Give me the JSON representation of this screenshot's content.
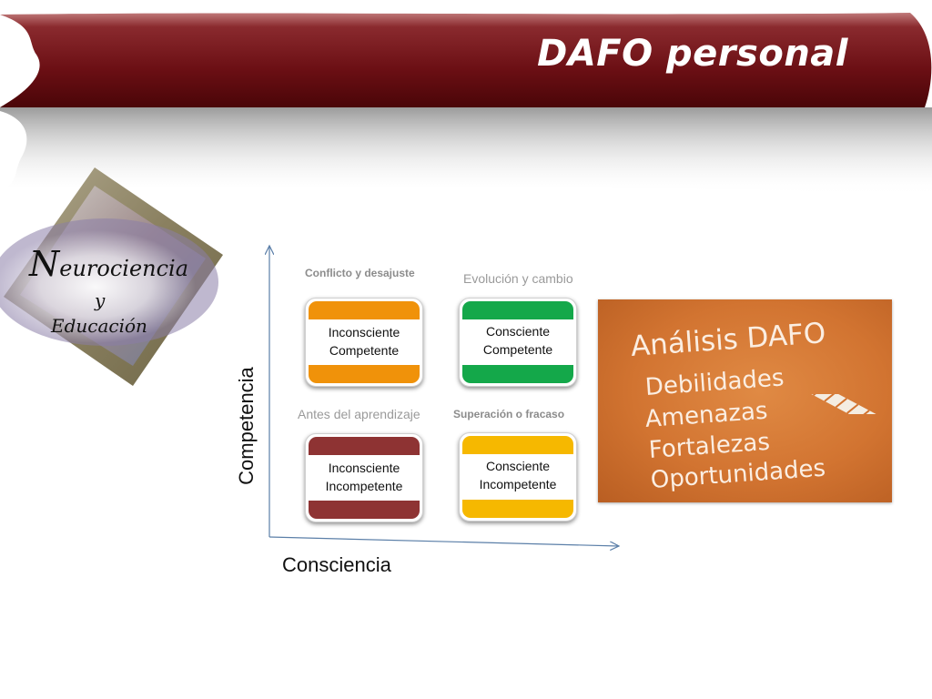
{
  "slide": {
    "title": "DAFO personal"
  },
  "logo": {
    "line1_initial": "N",
    "line1_rest": "eurociencia",
    "line2": "y",
    "line3": "Educación"
  },
  "axes": {
    "y_label": "Competencia",
    "x_label": "Consciencia"
  },
  "quadrants": [
    {
      "caption": "Conflicto y desajuste",
      "line1": "Inconsciente",
      "line2": "Competente",
      "color": "#f0920a"
    },
    {
      "caption": "Evolución y cambio",
      "line1": "Consciente",
      "line2": "Competente",
      "color": "#14a84a"
    },
    {
      "caption": "Antes del aprendizaje",
      "line1": "Inconsciente",
      "line2": "Incompetente",
      "color": "#8e3333"
    },
    {
      "caption": "Superación o fracaso",
      "line1": "Consciente",
      "line2": "Incompetente",
      "color": "#f6b800"
    }
  ],
  "board": {
    "heading": "Análisis DAFO",
    "items": [
      "Debilidades",
      "Amenazas",
      "Fortalezas",
      "Oportunidades"
    ],
    "color": "#d27431"
  },
  "colors": {
    "banner": "#6b0f14"
  }
}
